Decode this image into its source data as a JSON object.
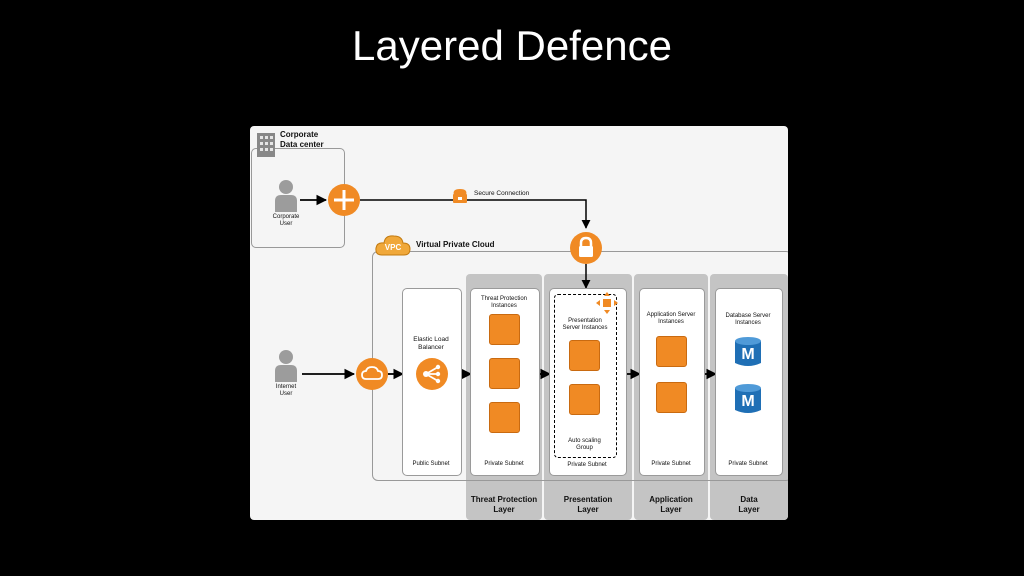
{
  "slide": {
    "title": "Layered Defence"
  },
  "corporate": {
    "title_line1": "Corporate",
    "title_line2": "Data center",
    "user_line1": "Corporate",
    "user_line2": "User"
  },
  "secure_connection": "Secure Connection",
  "vpc": {
    "badge": "VPC",
    "title": "Virtual Private Cloud"
  },
  "internet_user": {
    "line1": "Internet",
    "line2": "User"
  },
  "elb": {
    "line1": "Elastic Load",
    "line2": "Balancer"
  },
  "threat": {
    "line1": "Threat Protection",
    "line2": "Instances"
  },
  "presentation": {
    "line1": "Presentation",
    "line2": "Server Instances",
    "asg_line1": "Auto scaling",
    "asg_line2": "Group"
  },
  "application": {
    "line1": "Application Server",
    "line2": "Instances"
  },
  "database": {
    "line1": "Database Server",
    "line2": "Instances",
    "db_letter": "M"
  },
  "subnets": {
    "public": "Public Subnet",
    "private": "Private Subnet"
  },
  "layers": [
    {
      "line1": "Threat Protection",
      "line2": "Layer"
    },
    {
      "line1": "Presentation",
      "line2": "Layer"
    },
    {
      "line1": "Application",
      "line2": "Layer"
    },
    {
      "line1": "Data",
      "line2": "Layer"
    }
  ],
  "colors": {
    "accent": "#f08a24",
    "db_blue": "#1f6fb5",
    "layer_gray": "#c4c4c4"
  }
}
